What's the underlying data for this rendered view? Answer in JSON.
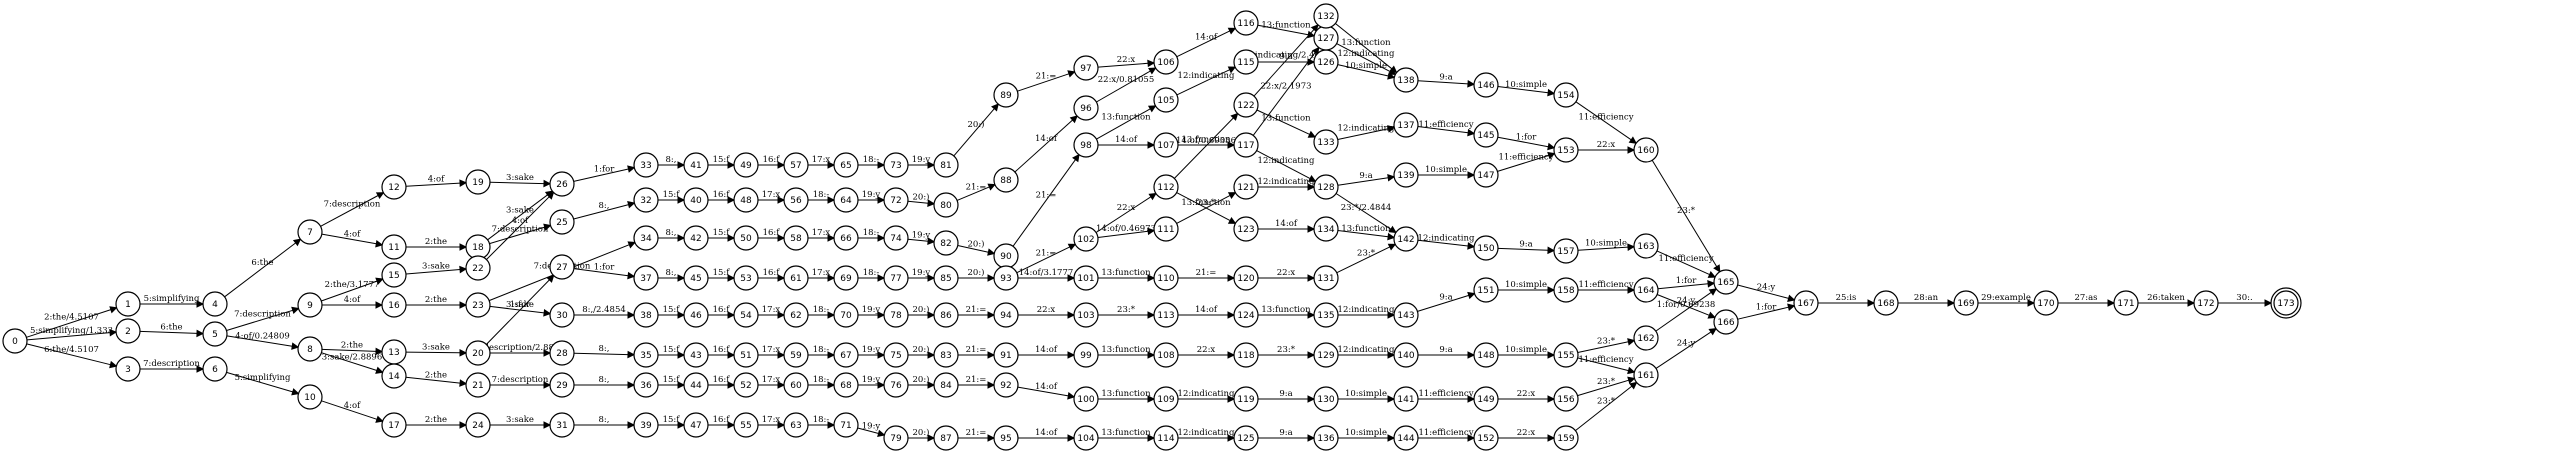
{
  "nodes": [
    "0",
    "1",
    "2",
    "3",
    "4",
    "5",
    "6",
    "7",
    "8",
    "9",
    "10",
    "11",
    "12",
    "13",
    "14",
    "15",
    "16",
    "17",
    "18",
    "19",
    "20",
    "21",
    "22",
    "23",
    "24",
    "25",
    "26",
    "27",
    "28",
    "29",
    "30",
    "31",
    "32",
    "33",
    "34",
    "35",
    "36",
    "37",
    "38",
    "39",
    "40",
    "41",
    "42",
    "43",
    "44",
    "45",
    "46",
    "47",
    "48",
    "49",
    "50",
    "51",
    "52",
    "53",
    "54",
    "55",
    "56",
    "57",
    "58",
    "59",
    "60",
    "61",
    "62",
    "63",
    "64",
    "65",
    "66",
    "67",
    "68",
    "69",
    "70",
    "71",
    "72",
    "73",
    "74",
    "75",
    "76",
    "77",
    "78",
    "79",
    "80",
    "81",
    "82",
    "83",
    "84",
    "85",
    "86",
    "87",
    "88",
    "89",
    "90",
    "91",
    "92",
    "93",
    "94",
    "95",
    "96",
    "97",
    "98",
    "99",
    "100",
    "101",
    "102",
    "103",
    "104",
    "105",
    "106",
    "107",
    "108",
    "109",
    "110",
    "111",
    "112",
    "113",
    "114",
    "115",
    "116",
    "117",
    "118",
    "119",
    "120",
    "121",
    "122",
    "123",
    "124",
    "125",
    "126",
    "127",
    "128",
    "129",
    "130",
    "131",
    "132",
    "133",
    "134",
    "135",
    "136",
    "137",
    "138",
    "139",
    "140",
    "141",
    "142",
    "143",
    "144",
    "145",
    "146",
    "147",
    "148",
    "149",
    "150",
    "151",
    "152",
    "153",
    "154",
    "155",
    "156",
    "157",
    "158",
    "159",
    "160",
    "161",
    "162",
    "163",
    "164",
    "165",
    "166",
    "167",
    "168",
    "169",
    "170",
    "171",
    "172",
    "173"
  ],
  "initial_node": "0",
  "final_node": "173",
  "edges": [
    {
      "from": "0",
      "to": "1",
      "label": "2:the/4.5107"
    },
    {
      "from": "0",
      "to": "2",
      "label": "5:simplifying/1.333"
    },
    {
      "from": "0",
      "to": "3",
      "label": "6:the/4.5107"
    },
    {
      "from": "1",
      "to": "4",
      "label": "5:simplifying"
    },
    {
      "from": "2",
      "to": "5",
      "label": "6:the"
    },
    {
      "from": "3",
      "to": "6",
      "label": "7:description"
    },
    {
      "from": "4",
      "to": "7",
      "label": "6:the"
    },
    {
      "from": "5",
      "to": "9",
      "label": "7:description"
    },
    {
      "from": "5",
      "to": "8",
      "label": "4:of/0.24809"
    },
    {
      "from": "6",
      "to": "10",
      "label": "5:simplifying"
    },
    {
      "from": "7",
      "to": "12",
      "label": "7:description"
    },
    {
      "from": "7",
      "to": "11",
      "label": "4:of"
    },
    {
      "from": "8",
      "to": "13",
      "label": "2:the"
    },
    {
      "from": "8",
      "to": "14",
      "label": "3:sake/2.8896"
    },
    {
      "from": "9",
      "to": "15",
      "label": "2:the/3.1777"
    },
    {
      "from": "9",
      "to": "16",
      "label": "4:of"
    },
    {
      "from": "10",
      "to": "17",
      "label": "4:of"
    },
    {
      "from": "11",
      "to": "18",
      "label": "2:the"
    },
    {
      "from": "12",
      "to": "19",
      "label": "4:of"
    },
    {
      "from": "13",
      "to": "20",
      "label": "3:sake"
    },
    {
      "from": "14",
      "to": "21",
      "label": "2:the"
    },
    {
      "from": "15",
      "to": "22",
      "label": "3:sake"
    },
    {
      "from": "16",
      "to": "23",
      "label": "2:the"
    },
    {
      "from": "17",
      "to": "24",
      "label": "2:the"
    },
    {
      "from": "18",
      "to": "25",
      "label": "7:description"
    },
    {
      "from": "18",
      "to": "26",
      "label": "3:sake"
    },
    {
      "from": "19",
      "to": "26",
      "label": "3:sake"
    },
    {
      "from": "20",
      "to": "27",
      "label": "1:for"
    },
    {
      "from": "20",
      "to": "28",
      "label": "7:description/2.8896"
    },
    {
      "from": "21",
      "to": "29",
      "label": "7:description"
    },
    {
      "from": "22",
      "to": "26",
      "label": "4:of"
    },
    {
      "from": "23",
      "to": "34",
      "label": "7:description"
    },
    {
      "from": "23",
      "to": "30",
      "label": "3:sake"
    },
    {
      "from": "24",
      "to": "31",
      "label": "3:sake"
    },
    {
      "from": "25",
      "to": "32",
      "label": "8:,"
    },
    {
      "from": "26",
      "to": "33",
      "label": "1:for"
    },
    {
      "from": "27",
      "to": "37",
      "label": "1:for"
    },
    {
      "from": "28",
      "to": "35",
      "label": "8:,"
    },
    {
      "from": "29",
      "to": "36",
      "label": "8:,"
    },
    {
      "from": "30",
      "to": "38",
      "label": "8:,/2.4854"
    },
    {
      "from": "31",
      "to": "39",
      "label": "8:,"
    },
    {
      "from": "32",
      "to": "40",
      "label": "15:f"
    },
    {
      "from": "33",
      "to": "41",
      "label": "8:,"
    },
    {
      "from": "34",
      "to": "42",
      "label": "8:,"
    },
    {
      "from": "35",
      "to": "43",
      "label": "15:f"
    },
    {
      "from": "36",
      "to": "44",
      "label": "15:f"
    },
    {
      "from": "37",
      "to": "45",
      "label": "8:,"
    },
    {
      "from": "38",
      "to": "46",
      "label": "15:f"
    },
    {
      "from": "39",
      "to": "47",
      "label": "15:f"
    },
    {
      "from": "40",
      "to": "48",
      "label": "16:f"
    },
    {
      "from": "41",
      "to": "49",
      "label": "15:f"
    },
    {
      "from": "42",
      "to": "50",
      "label": "15:f"
    },
    {
      "from": "43",
      "to": "51",
      "label": "16:f"
    },
    {
      "from": "44",
      "to": "52",
      "label": "16:f"
    },
    {
      "from": "45",
      "to": "53",
      "label": "15:f"
    },
    {
      "from": "46",
      "to": "54",
      "label": "16:f"
    },
    {
      "from": "47",
      "to": "55",
      "label": "16:f"
    },
    {
      "from": "48",
      "to": "56",
      "label": "17:x"
    },
    {
      "from": "49",
      "to": "57",
      "label": "16:f"
    },
    {
      "from": "50",
      "to": "58",
      "label": "16:f"
    },
    {
      "from": "51",
      "to": "59",
      "label": "17:x"
    },
    {
      "from": "52",
      "to": "60",
      "label": "17:x"
    },
    {
      "from": "53",
      "to": "61",
      "label": "16:f"
    },
    {
      "from": "54",
      "to": "62",
      "label": "17:x"
    },
    {
      "from": "55",
      "to": "63",
      "label": "17:x"
    },
    {
      "from": "56",
      "to": "64",
      "label": "18:-"
    },
    {
      "from": "57",
      "to": "65",
      "label": "17:x"
    },
    {
      "from": "58",
      "to": "66",
      "label": "17:x"
    },
    {
      "from": "59",
      "to": "67",
      "label": "18:-"
    },
    {
      "from": "60",
      "to": "68",
      "label": "18:-"
    },
    {
      "from": "61",
      "to": "69",
      "label": "17:x"
    },
    {
      "from": "62",
      "to": "70",
      "label": "18:-"
    },
    {
      "from": "63",
      "to": "71",
      "label": "18:-"
    },
    {
      "from": "64",
      "to": "72",
      "label": "19:y"
    },
    {
      "from": "65",
      "to": "73",
      "label": "18:-"
    },
    {
      "from": "66",
      "to": "74",
      "label": "18:-"
    },
    {
      "from": "67",
      "to": "75",
      "label": "19:y"
    },
    {
      "from": "68",
      "to": "76",
      "label": "19:y"
    },
    {
      "from": "69",
      "to": "77",
      "label": "18:-"
    },
    {
      "from": "70",
      "to": "78",
      "label": "19:y"
    },
    {
      "from": "71",
      "to": "79",
      "label": "19:y"
    },
    {
      "from": "72",
      "to": "80",
      "label": "20:)"
    },
    {
      "from": "73",
      "to": "81",
      "label": "19:y"
    },
    {
      "from": "74",
      "to": "82",
      "label": "19:y"
    },
    {
      "from": "75",
      "to": "83",
      "label": "20:)"
    },
    {
      "from": "76",
      "to": "84",
      "label": "20:)"
    },
    {
      "from": "77",
      "to": "85",
      "label": "19:y"
    },
    {
      "from": "78",
      "to": "86",
      "label": "20:)"
    },
    {
      "from": "79",
      "to": "87",
      "label": "20:)"
    },
    {
      "from": "80",
      "to": "88",
      "label": "21:="
    },
    {
      "from": "81",
      "to": "89",
      "label": "20:)"
    },
    {
      "from": "82",
      "to": "90",
      "label": "20:)"
    },
    {
      "from": "83",
      "to": "91",
      "label": "21:="
    },
    {
      "from": "84",
      "to": "92",
      "label": "21:="
    },
    {
      "from": "85",
      "to": "93",
      "label": "20:)"
    },
    {
      "from": "86",
      "to": "94",
      "label": "21:="
    },
    {
      "from": "87",
      "to": "95",
      "label": "21:="
    },
    {
      "from": "88",
      "to": "96",
      "label": "14:of"
    },
    {
      "from": "89",
      "to": "97",
      "label": "21:="
    },
    {
      "from": "90",
      "to": "98",
      "label": "21:="
    },
    {
      "from": "91",
      "to": "99",
      "label": "14:of"
    },
    {
      "from": "92",
      "to": "100",
      "label": "14:of"
    },
    {
      "from": "93",
      "to": "102",
      "label": "21:="
    },
    {
      "from": "93",
      "to": "101",
      "label": "14:of/3.1777"
    },
    {
      "from": "94",
      "to": "103",
      "label": "22:x"
    },
    {
      "from": "95",
      "to": "104",
      "label": "14:of"
    },
    {
      "from": "96",
      "to": "106",
      "label": "22:x/0.81055"
    },
    {
      "from": "97",
      "to": "106",
      "label": "22:x"
    },
    {
      "from": "98",
      "to": "105",
      "label": "13:function"
    },
    {
      "from": "98",
      "to": "107",
      "label": "14:of"
    },
    {
      "from": "99",
      "to": "108",
      "label": "13:function"
    },
    {
      "from": "100",
      "to": "109",
      "label": "13:function"
    },
    {
      "from": "101",
      "to": "110",
      "label": "13:function"
    },
    {
      "from": "102",
      "to": "112",
      "label": "22:x"
    },
    {
      "from": "102",
      "to": "111",
      "label": "14:of/0.46973"
    },
    {
      "from": "103",
      "to": "113",
      "label": "23:*"
    },
    {
      "from": "104",
      "to": "114",
      "label": "13:function"
    },
    {
      "from": "105",
      "to": "115",
      "label": "12:indicating"
    },
    {
      "from": "106",
      "to": "116",
      "label": "14:of"
    },
    {
      "from": "107",
      "to": "117",
      "label": "13:function"
    },
    {
      "from": "108",
      "to": "118",
      "label": "22:x"
    },
    {
      "from": "109",
      "to": "119",
      "label": "12:indicating"
    },
    {
      "from": "110",
      "to": "120",
      "label": "21:="
    },
    {
      "from": "111",
      "to": "121",
      "label": "13:function"
    },
    {
      "from": "112",
      "to": "122",
      "label": "14:of/0.69336"
    },
    {
      "from": "112",
      "to": "123",
      "label": "23:*"
    },
    {
      "from": "113",
      "to": "124",
      "label": "14:of"
    },
    {
      "from": "114",
      "to": "125",
      "label": "12:indicating"
    },
    {
      "from": "115",
      "to": "126",
      "label": "9:a"
    },
    {
      "from": "116",
      "to": "127",
      "label": "13:function"
    },
    {
      "from": "117",
      "to": "127",
      "label": "22:x/2.1973"
    },
    {
      "from": "117",
      "to": "128",
      "label": "12:indicating"
    },
    {
      "from": "118",
      "to": "129",
      "label": "23:*"
    },
    {
      "from": "119",
      "to": "130",
      "label": "9:a"
    },
    {
      "from": "120",
      "to": "131",
      "label": "22:x"
    },
    {
      "from": "121",
      "to": "128",
      "label": "12:indicating"
    },
    {
      "from": "122",
      "to": "133",
      "label": "13:function"
    },
    {
      "from": "122",
      "to": "132",
      "label": "12:indicating/2.4644"
    },
    {
      "from": "123",
      "to": "134",
      "label": "14:of"
    },
    {
      "from": "124",
      "to": "135",
      "label": "13:function"
    },
    {
      "from": "125",
      "to": "136",
      "label": "9:a"
    },
    {
      "from": "126",
      "to": "138",
      "label": "10:simple"
    },
    {
      "from": "127",
      "to": "138",
      "label": "12:indicating"
    },
    {
      "from": "128",
      "to": "139",
      "label": "9:a"
    },
    {
      "from": "128",
      "to": "142",
      "label": "23:*/2.4844"
    },
    {
      "from": "129",
      "to": "140",
      "label": "12:indicating"
    },
    {
      "from": "130",
      "to": "141",
      "label": "10:simple"
    },
    {
      "from": "131",
      "to": "142",
      "label": "23:*"
    },
    {
      "from": "132",
      "to": "138",
      "label": "13:function"
    },
    {
      "from": "133",
      "to": "137",
      "label": "12:indicating"
    },
    {
      "from": "134",
      "to": "142",
      "label": "13:function"
    },
    {
      "from": "135",
      "to": "143",
      "label": "12:indicating"
    },
    {
      "from": "136",
      "to": "144",
      "label": "10:simple"
    },
    {
      "from": "137",
      "to": "145",
      "label": "11:efficiency"
    },
    {
      "from": "138",
      "to": "146",
      "label": "9:a"
    },
    {
      "from": "139",
      "to": "147",
      "label": "10:simple"
    },
    {
      "from": "140",
      "to": "148",
      "label": "9:a"
    },
    {
      "from": "141",
      "to": "149",
      "label": "11:efficiency"
    },
    {
      "from": "142",
      "to": "150",
      "label": "12:indicating"
    },
    {
      "from": "143",
      "to": "151",
      "label": "9:a"
    },
    {
      "from": "144",
      "to": "152",
      "label": "11:efficiency"
    },
    {
      "from": "145",
      "to": "153",
      "label": "1:for"
    },
    {
      "from": "146",
      "to": "154",
      "label": "10:simple"
    },
    {
      "from": "147",
      "to": "153",
      "label": "11:efficiency"
    },
    {
      "from": "148",
      "to": "155",
      "label": "10:simple"
    },
    {
      "from": "149",
      "to": "156",
      "label": "22:x"
    },
    {
      "from": "150",
      "to": "157",
      "label": "9:a"
    },
    {
      "from": "151",
      "to": "158",
      "label": "10:simple"
    },
    {
      "from": "152",
      "to": "159",
      "label": "22:x"
    },
    {
      "from": "153",
      "to": "160",
      "label": "22:x"
    },
    {
      "from": "154",
      "to": "160",
      "label": "11:efficiency"
    },
    {
      "from": "155",
      "to": "162",
      "label": "23:*"
    },
    {
      "from": "155",
      "to": "161",
      "label": "11:efficiency"
    },
    {
      "from": "156",
      "to": "161",
      "label": "23:*"
    },
    {
      "from": "157",
      "to": "163",
      "label": "10:simple"
    },
    {
      "from": "158",
      "to": "164",
      "label": "11:efficiency"
    },
    {
      "from": "159",
      "to": "161",
      "label": "23:*"
    },
    {
      "from": "160",
      "to": "165",
      "label": "23:*"
    },
    {
      "from": "161",
      "to": "166",
      "label": "24:y"
    },
    {
      "from": "162",
      "to": "165",
      "label": "1:for/0.69238"
    },
    {
      "from": "163",
      "to": "165",
      "label": "11:efficiency"
    },
    {
      "from": "164",
      "to": "165",
      "label": "1:for"
    },
    {
      "from": "164",
      "to": "166",
      "label": "24:y"
    },
    {
      "from": "165",
      "to": "167",
      "label": "24:y"
    },
    {
      "from": "166",
      "to": "167",
      "label": "1:for"
    },
    {
      "from": "167",
      "to": "168",
      "label": "25:is"
    },
    {
      "from": "168",
      "to": "169",
      "label": "28:an"
    },
    {
      "from": "169",
      "to": "170",
      "label": "29:example"
    },
    {
      "from": "170",
      "to": "171",
      "label": "27:as"
    },
    {
      "from": "171",
      "to": "172",
      "label": "26:taken"
    },
    {
      "from": "172",
      "to": "173",
      "label": "30:."
    }
  ]
}
